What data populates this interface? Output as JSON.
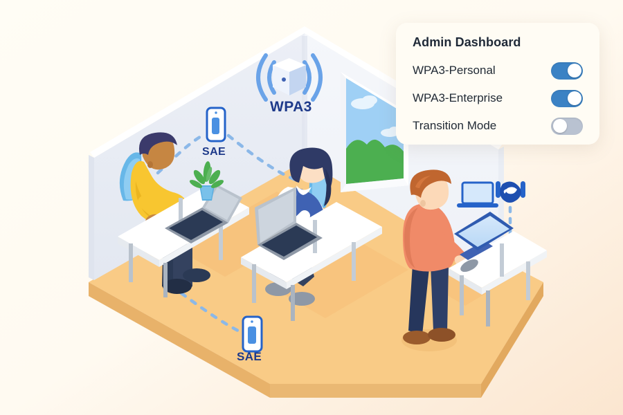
{
  "scene": {
    "title": "WPA3 office network isometric illustration",
    "background_start": "#fffdf5",
    "background_end": "#fdecd9",
    "floor_color": "#f9cb86",
    "floor_side_color": "#edb96c",
    "wall_color": "#e8ebf2",
    "wall_side_color": "#f4f6fa"
  },
  "admin_panel": {
    "title": "Admin Dashboard",
    "background": "#fffcf4",
    "toggle_on_color": "#3b82c4",
    "toggle_off_color": "#b9c2d1",
    "rows": [
      {
        "label": "WPA3-Personal",
        "state": "on"
      },
      {
        "label": "WPA3-Enterprise",
        "state": "on"
      },
      {
        "label": "Transition Mode",
        "state": "off"
      }
    ]
  },
  "labels": {
    "wpa3": "WPA3",
    "sae_upper": "SAE",
    "sae_lower": "SAE",
    "label_color": "#1e3a8a"
  },
  "icons": {
    "router": "wifi-router-icon",
    "phone_upper": "smartphone-icon",
    "phone_lower": "smartphone-icon",
    "handshake": "handshake-icon",
    "laptop_floating": "laptop-icon",
    "accent_color": "#2563c9",
    "signal_wave_color": "#6aa3e8",
    "dashed_link_color": "#8bb8e8"
  },
  "people": [
    {
      "name": "seated-worker-left",
      "hair_color": "#3b3a6b",
      "skin_color": "#c68642",
      "top_color": "#f8c630",
      "pants_color": "#2b3a55",
      "chair_color": "#67b7e8",
      "device": "laptop"
    },
    {
      "name": "seated-worker-center",
      "hair_color": "#2f3a66",
      "skin_color": "#fcdfc4",
      "top_color": "#3f62b3",
      "pants_color": "#2b3a55",
      "chair_color": "#67b7e8",
      "device": "laptop"
    },
    {
      "name": "standing-worker-right",
      "hair_color": "#c0662f",
      "skin_color": "#fcd9b8",
      "top_color": "#f08a68",
      "pants_color": "#26365c",
      "shoe_color": "#9a5b2c",
      "device": "desktop-monitor"
    }
  ],
  "furniture": {
    "desks": 3,
    "desk_top_color": "#ffffff",
    "desk_leg_color": "#b9c2cc",
    "plant_pot_color": "#5aaee0",
    "plant_leaf_color": "#4caf50"
  },
  "window": {
    "name": "wall-window",
    "sky_color": "#9fd0f5",
    "cloud_color": "#e8f4fd",
    "hill_color": "#4caf50",
    "frame_color": "#ffffff"
  }
}
